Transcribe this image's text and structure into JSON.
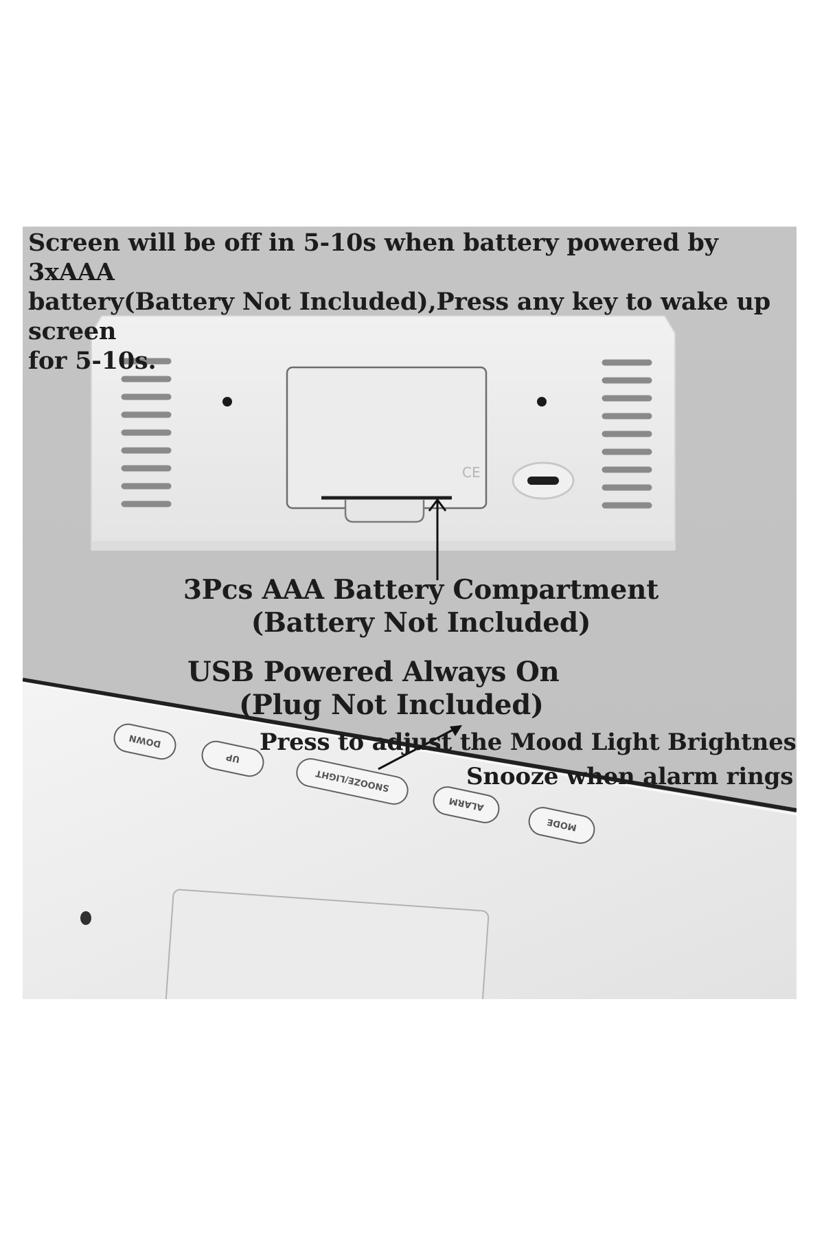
{
  "photo": {
    "intro_lines": [
      "Screen will be off in 5-10s when battery powered by 3xAAA",
      "battery(Battery Not Included),Press any key to wake up screen",
      "for 5-10s."
    ],
    "battery_caption": {
      "line1": "3Pcs AAA Battery Compartment",
      "line2": "(Battery Not Included)"
    },
    "usb_caption": {
      "line1": "USB Powered Always On",
      "line2": "(Plug Not Included)"
    },
    "mood_caption": "Press to adjust the Mood Light Brightness",
    "snooze_caption": "Snooze when alarm rings",
    "compartment_mark": "CE",
    "keys": [
      "DOWN",
      "UP",
      "SNOOZE/LIGHT",
      "ALARM",
      "MODE"
    ]
  }
}
